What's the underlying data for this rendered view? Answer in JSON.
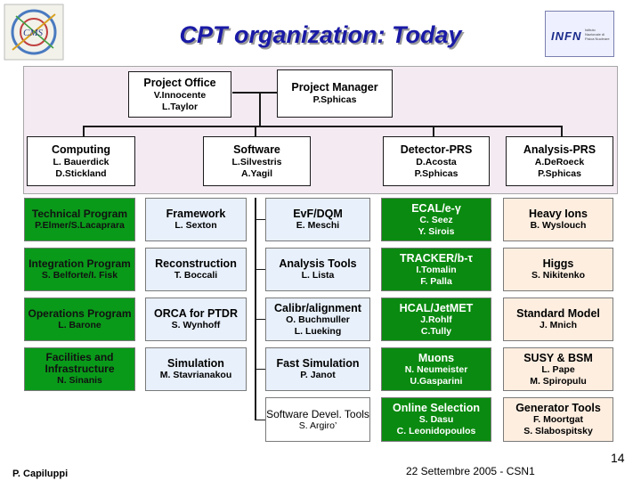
{
  "title": "CPT organization: Today",
  "logos": {
    "left": "CMS",
    "right": "INFN",
    "right_sub": "Istituto Nazionale di Fisica Nucleare"
  },
  "top": {
    "project_office": {
      "title": "Project Office",
      "l1": "V.Innocente",
      "l2": "L.Taylor"
    },
    "project_manager": {
      "title": "Project Manager",
      "l1": "P.Sphicas"
    },
    "computing": {
      "title": "Computing",
      "l1": "L. Bauerdick",
      "l2": "D.Stickland"
    },
    "software": {
      "title": "Software",
      "l1": "L.Silvestris",
      "l2": "A.Yagil"
    },
    "detector_prs": {
      "title": "Detector-PRS",
      "l1": "D.Acosta",
      "l2": "P.Sphicas"
    },
    "analysis_prs": {
      "title": "Analysis-PRS",
      "l1": "A.DeRoeck",
      "l2": "P.Sphicas"
    }
  },
  "computing_items": [
    {
      "title": "Technical Program",
      "people": "P.Elmer/S.Lacaprara"
    },
    {
      "title": "Integration Program",
      "people": "S. Belforte/I. Fisk"
    },
    {
      "title": "Operations Program",
      "people": "L. Barone"
    },
    {
      "title": "Facilities and Infrastructure",
      "people": "N. Sinanis"
    }
  ],
  "software_left": [
    {
      "title": "Framework",
      "people": "L. Sexton"
    },
    {
      "title": "Reconstruction",
      "people": "T. Boccali"
    },
    {
      "title": "ORCA for PTDR",
      "people": "S. Wynhoff"
    },
    {
      "title": "Simulation",
      "people": "M. Stavrianakou"
    }
  ],
  "software_right": [
    {
      "title": "EvF/DQM",
      "people": "E. Meschi"
    },
    {
      "title": "Analysis Tools",
      "people": "L. Lista"
    },
    {
      "title": "Calibr/alignment",
      "p1": "O. Buchmuller",
      "p2": "L. Lueking"
    },
    {
      "title": "Fast Simulation",
      "people": "P. Janot"
    },
    {
      "title": "Software Devel. Tools",
      "people": "S. Argiro’"
    }
  ],
  "detector_items": [
    {
      "title": "ECAL/e-γ",
      "p1": "C. Seez",
      "p2": "Y. Sirois"
    },
    {
      "title": "TRACKER/b-τ",
      "p1": "I.Tomalin",
      "p2": "F. Palla"
    },
    {
      "title": "HCAL/JetMET",
      "p1": "J.Rohlf",
      "p2": "C.Tully"
    },
    {
      "title": "Muons",
      "p1": "N. Neumeister",
      "p2": "U.Gasparini"
    },
    {
      "title": "Online Selection",
      "p1": "S. Dasu",
      "p2": "C. Leonidopoulos"
    }
  ],
  "analysis_items": [
    {
      "title": "Heavy Ions",
      "p1": "B. Wyslouch"
    },
    {
      "title": "Higgs",
      "p1": "S. Nikitenko"
    },
    {
      "title": "Standard Model",
      "p1": "J. Mnich"
    },
    {
      "title": "SUSY & BSM",
      "p1": "L. Pape",
      "p2": "M. Spiropulu"
    },
    {
      "title": "Generator Tools",
      "p1": "F. Moortgat",
      "p2": "S. Slabospitsky"
    }
  ],
  "footer": {
    "author": "P. Capiluppi",
    "event": "22 Settembre 2005 - CSN1",
    "page": "14"
  }
}
